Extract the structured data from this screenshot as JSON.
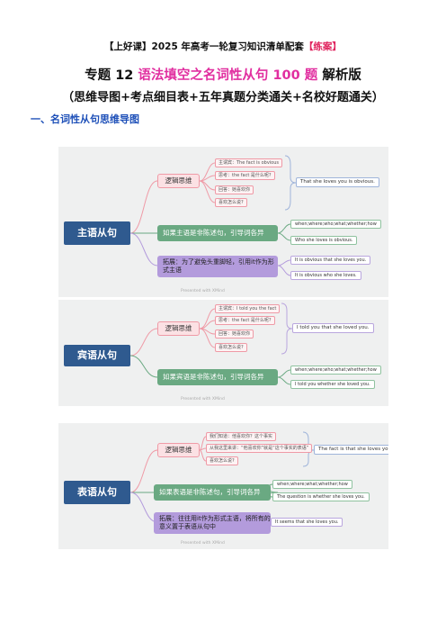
{
  "header": {
    "line1_prefix": "【上好课】2025 年高考一轮复习知识清单配套",
    "line1_highlight": "【练案】",
    "line2_prefix": "专题 12 ",
    "line2_highlight": "语法填空之名词性从句 100 题",
    "line2_suffix": " 解析版",
    "line3": "（思维导图+考点细目表+五年真题分类通关+名校好题通关）"
  },
  "section_title": "一、名词性从句思维导图",
  "mindmaps": [
    {
      "root": "主语从句",
      "logic_label": "逻辑思维",
      "logic_items": [
        "主谓宾：The fact is obvious",
        "思考：the fact 是什么呢?",
        "回答：她喜欢你",
        "喜欢怎么说?"
      ],
      "logic_result": "That she loves you is obvious.",
      "green_label": "如果主语是非陈述句，引导词各异",
      "green_items": [
        "when;where;who;what;whether;how",
        "Who she loves is obvious."
      ],
      "purple_label": "拓展：为了避免头重脚轻，引用it作为形式主语",
      "purple_items": [
        "It is obvious that she loves you.",
        "It is obvious who she loves."
      ],
      "watermark": "Presented with XMind"
    },
    {
      "root": "宾语从句",
      "logic_label": "逻辑思维",
      "logic_items": [
        "主谓宾：I told you the fact",
        "思考：the fact 是什么呢?",
        "回答：她喜欢你",
        "喜欢怎么说?"
      ],
      "logic_result": "I told you that she loved you.",
      "green_label": "如果宾语是非陈述句，引导词各异",
      "green_items": [
        "when;where;who;what;whether;how",
        "I told you whether she loved you."
      ],
      "watermark": "Presented with XMind"
    },
    {
      "root": "表语从句",
      "logic_label": "逻辑思维",
      "logic_items": [
        "我们知道：他喜欢你？这个事实",
        "从我这里来讲：“他喜欢你”就是“这个事实的表语”",
        "喜欢怎么说?"
      ],
      "logic_result": "The fact is that she loves you.",
      "green_label": "如果表语是非陈述句，引导词各异",
      "green_items": [
        "when;where;what;whether;how",
        "The question is whether she loves you."
      ],
      "purple_label": "拓展：往往用it作为形式主语，将所有的意义置于表语从句中",
      "purple_items": [
        "It seems that she loves you."
      ],
      "watermark": "Presented with XMind"
    }
  ]
}
